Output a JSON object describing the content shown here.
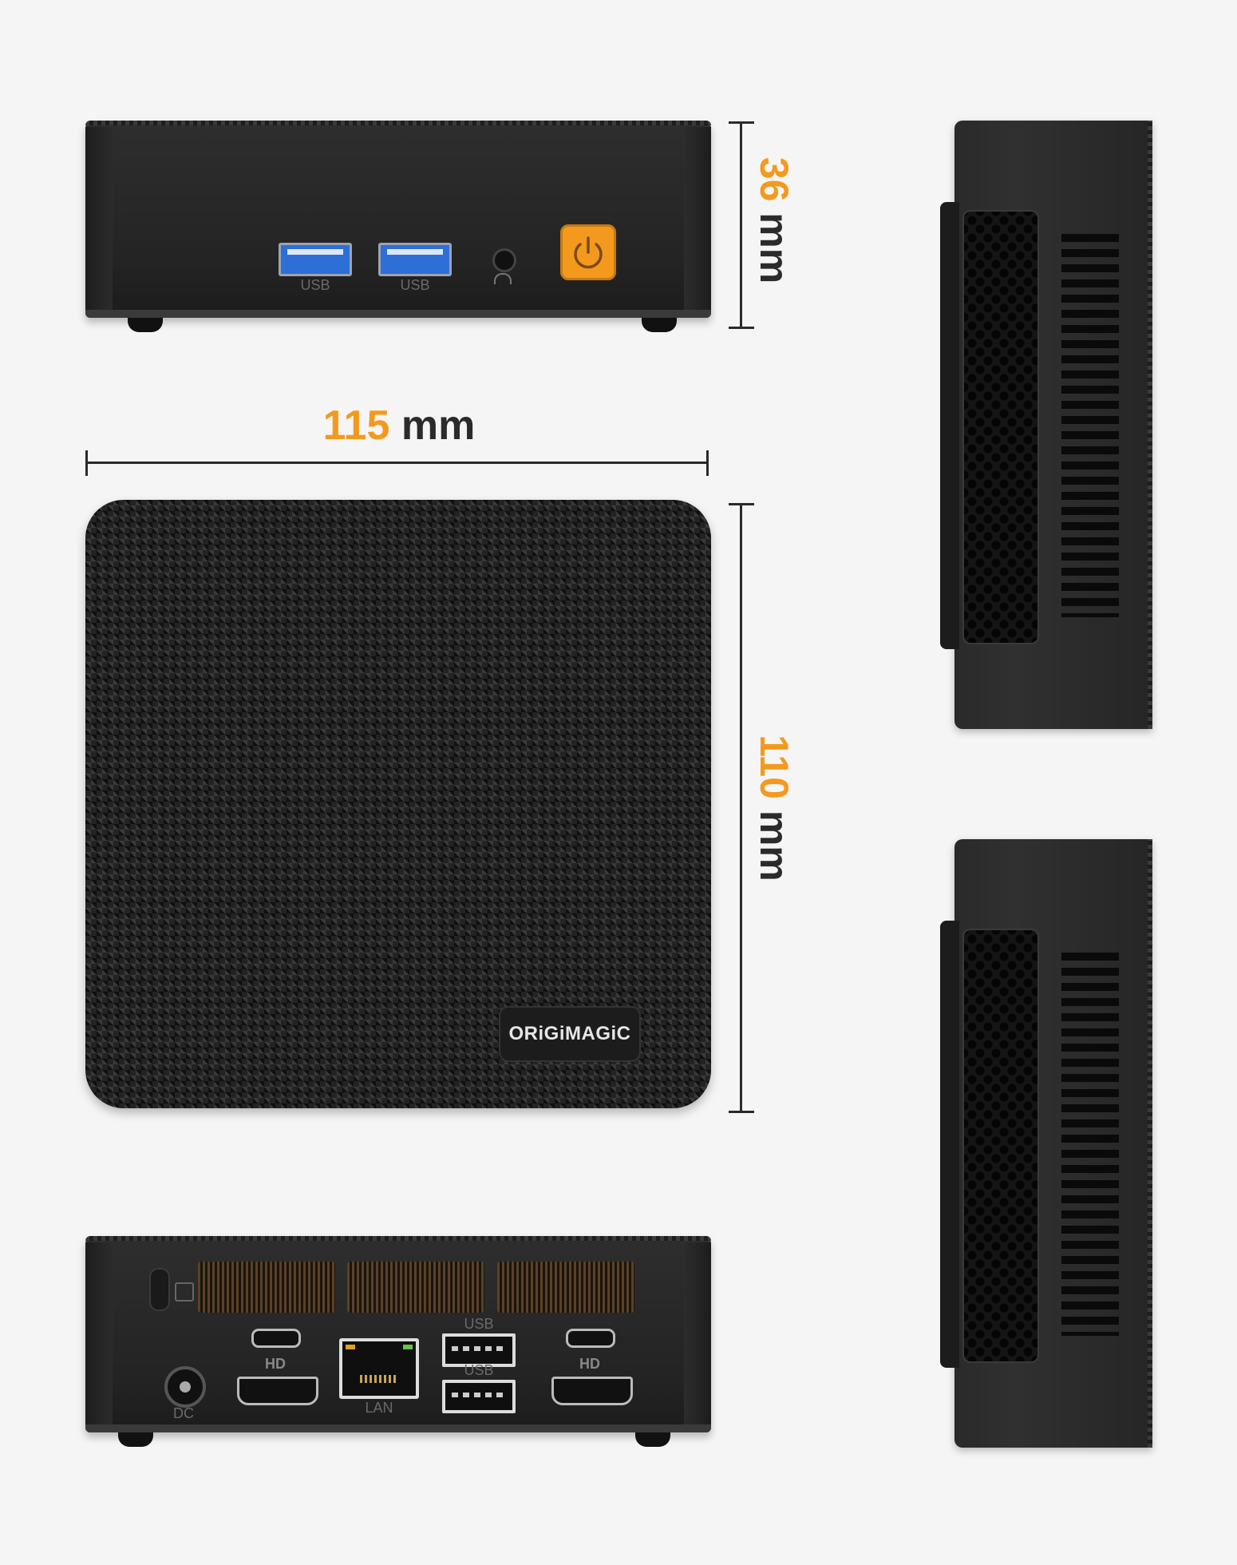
{
  "dimensions": {
    "width": {
      "value": "115",
      "unit": "mm"
    },
    "height": {
      "value": "36",
      "unit": "mm"
    },
    "depth": {
      "value": "110",
      "unit": "mm"
    }
  },
  "brand": {
    "logo_text": "ORiGiMAGiC"
  },
  "front_ports": {
    "usb_label_1": "USB",
    "usb_label_2": "USB"
  },
  "rear_ports": {
    "dc_label": "DC",
    "hd_label_1": "HD",
    "lan_label": "LAN",
    "usb_label_1": "USB",
    "usb_label_2": "USB",
    "hd_label_2": "HD"
  },
  "colors": {
    "accent": "#f39a1e",
    "body": "#2a2a2a",
    "usb_blue": "#2d6fd6",
    "background": "#f5f5f5"
  }
}
